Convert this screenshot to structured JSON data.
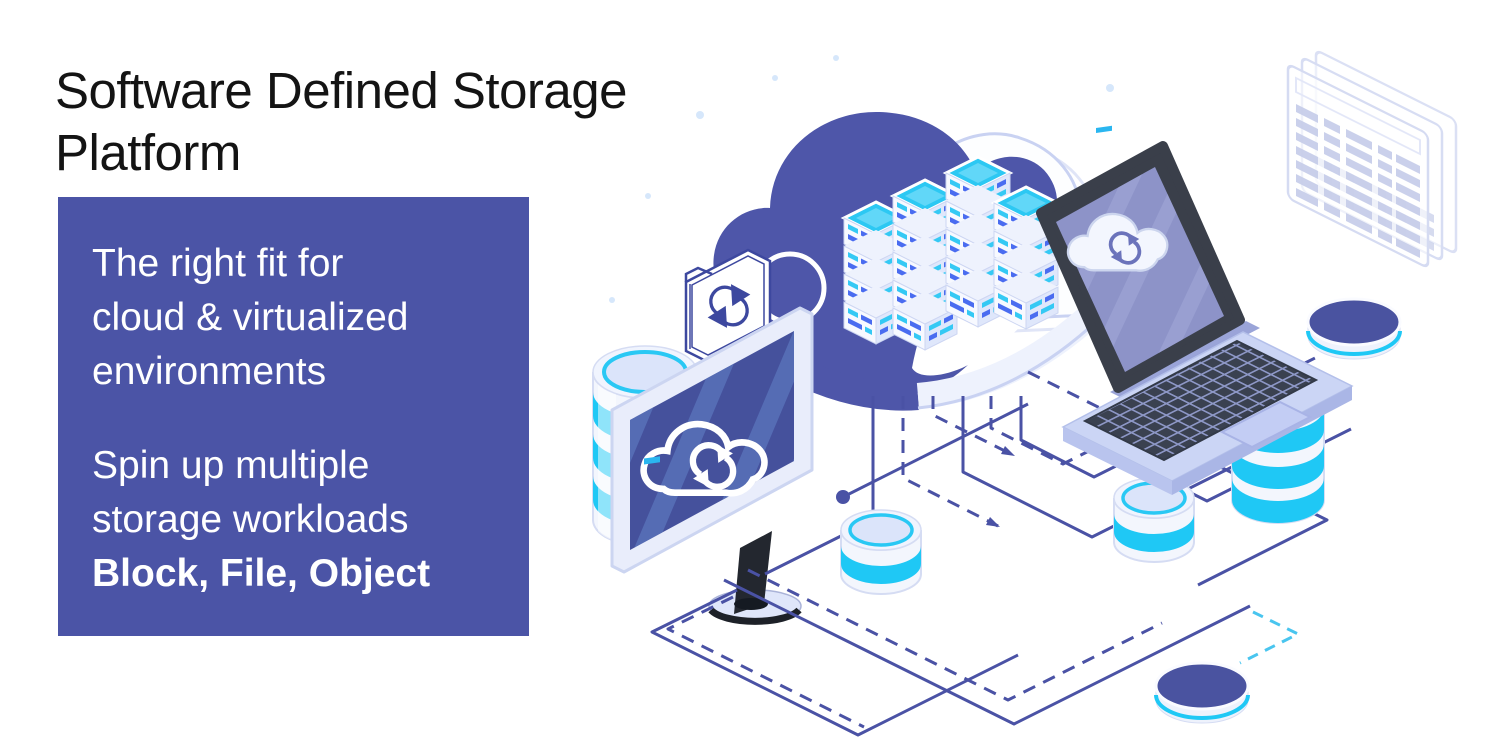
{
  "title": {
    "line1": "Software Defined Storage",
    "line2": "Platform",
    "color": "#141414"
  },
  "info_box": {
    "bg": "#4b54a6",
    "text_color": "#ffffff",
    "p1": [
      "The right fit for",
      "cloud & virtualized",
      "environments"
    ],
    "p2": [
      "Spin up multiple",
      "storage workloads"
    ],
    "p2_bold": "Block, File, Object"
  },
  "illustration": {
    "icons": [
      "cloud-servers-icon",
      "sync-icon",
      "folder-sync-icon",
      "laptop-icon",
      "monitor-icon",
      "database-icon",
      "storage-coin-icon",
      "node-disc-icon",
      "data-panels-icon"
    ],
    "colors": {
      "cloud_indigo": "#4e56a9",
      "network_line": "#4a52a5",
      "cyan_accent": "#1fc8f5",
      "disc_indigo": "#4a53a0",
      "monitor_screen": "#45519c",
      "laptop_screen": "#8d93c8",
      "light_lavender": "#dfe6fa"
    }
  }
}
